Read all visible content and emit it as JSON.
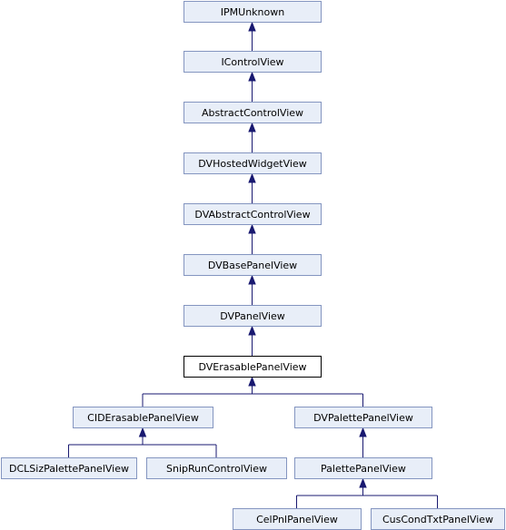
{
  "colors": {
    "node_fill": "#E8EEF8",
    "node_border": "#8495C0",
    "focus_fill": "#FFFFFF",
    "focus_border": "#000000",
    "edge": "#191970"
  },
  "nodes": {
    "ipmunknown": "IPMUnknown",
    "icontrolview": "IControlView",
    "abstractcontrolview": "AbstractControlView",
    "dvhostedwidgetview": "DVHostedWidgetView",
    "dvabstractcontrolview": "DVAbstractControlView",
    "dvbasepanelview": "DVBasePanelView",
    "dvpanelview": "DVPanelView",
    "dverasablepanelview": "DVErasablePanelView",
    "ciderasablepanelview": "CIDErasablePanelView",
    "dvpalettepanelview": "DVPalettePanelView",
    "dclsizpalettepanelview": "DCLSizPalettePanelView",
    "sniprunc_controlview": "SnipRunControlView",
    "palettepanelview": "PalettePanelView",
    "celpnlpanelview": "CelPnlPanelView",
    "cuscondtxtpanelview": "CusCondTxtPanelView"
  },
  "focus_node": "dverasablepanelview",
  "edges": [
    [
      "icontrolview",
      "ipmunknown"
    ],
    [
      "abstractcontrolview",
      "icontrolview"
    ],
    [
      "dvhostedwidgetview",
      "abstractcontrolview"
    ],
    [
      "dvabstractcontrolview",
      "dvhostedwidgetview"
    ],
    [
      "dvbasepanelview",
      "dvabstractcontrolview"
    ],
    [
      "dvpanelview",
      "dvbasepanelview"
    ],
    [
      "dverasablepanelview",
      "dvpanelview"
    ],
    [
      "ciderasablepanelview",
      "dverasablepanelview"
    ],
    [
      "dvpalettepanelview",
      "dverasablepanelview"
    ],
    [
      "dclsizpalettepanelview",
      "ciderasablepanelview"
    ],
    [
      "sniprunc_controlview",
      "ciderasablepanelview"
    ],
    [
      "palettepanelview",
      "dvpalettepanelview"
    ],
    [
      "celpnlpanelview",
      "palettepanelview"
    ],
    [
      "cuscondtxtpanelview",
      "palettepanelview"
    ]
  ]
}
